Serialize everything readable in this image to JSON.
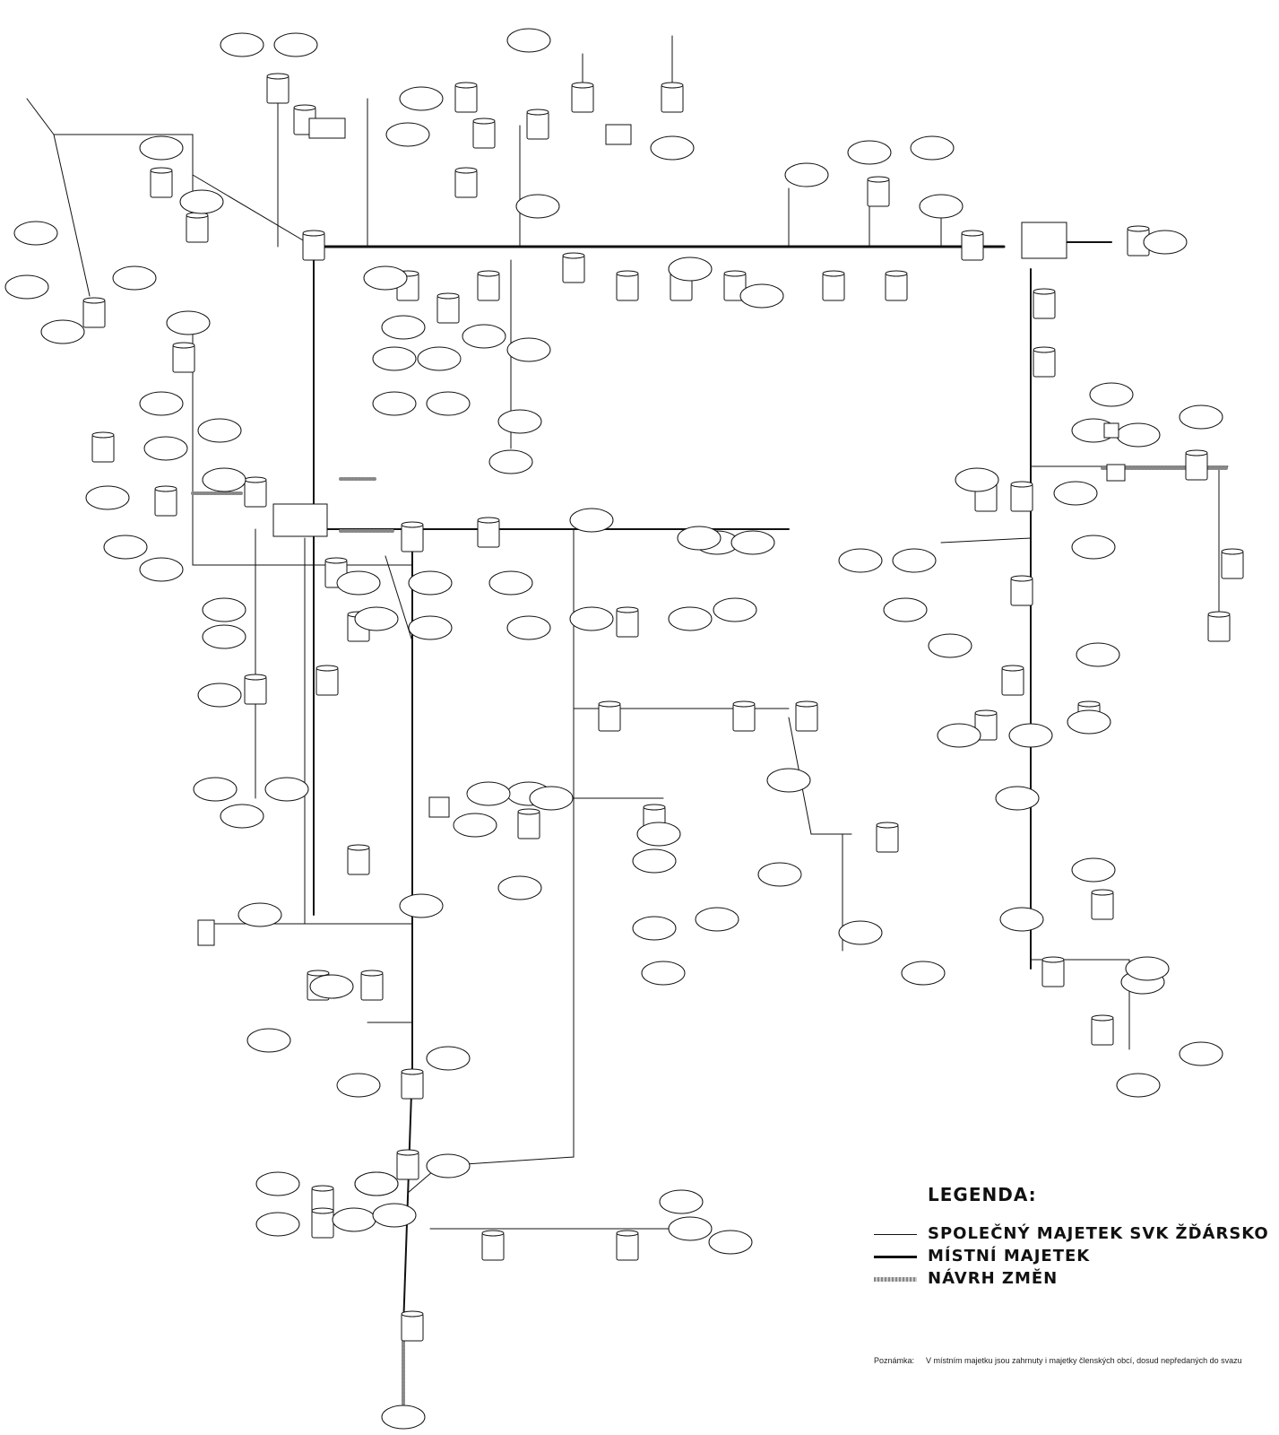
{
  "legend": {
    "title": "LEGENDA:",
    "items": [
      {
        "label": "SPOLEČNÝ MAJETEK SVK ŽĎÁRSKO",
        "style": "shared"
      },
      {
        "label": "MÍSTNÍ MAJETEK",
        "style": "local"
      },
      {
        "label": "NÁVRH ZMĚN",
        "style": "change"
      }
    ]
  },
  "note": {
    "label": "Poznámka:",
    "text": "V místním majetku jsou zahrnuty i majetky členských obcí, dosud nepředaných do svazu"
  },
  "colors": {
    "line": "#111111",
    "change": "#888888",
    "background": "#ffffff"
  }
}
